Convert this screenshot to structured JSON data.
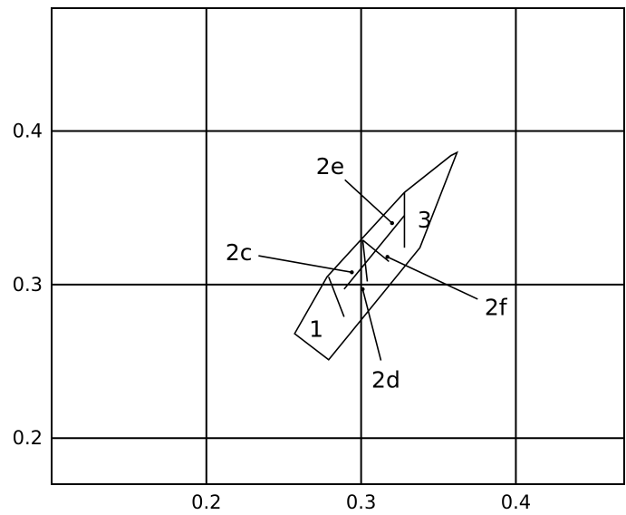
{
  "chart_data": {
    "type": "diagram",
    "xlim": [
      0.1,
      0.47
    ],
    "ylim": [
      0.17,
      0.48
    ],
    "grid": true,
    "x_ticks": [
      {
        "value": 0.2,
        "label": "0.2"
      },
      {
        "value": 0.3,
        "label": "0.3"
      },
      {
        "value": 0.4,
        "label": "0.4"
      }
    ],
    "y_ticks": [
      {
        "value": 0.2,
        "label": "0.2"
      },
      {
        "value": 0.3,
        "label": "0.3"
      },
      {
        "value": 0.4,
        "label": "0.4"
      }
    ],
    "outline": [
      [
        0.257,
        0.268
      ],
      [
        0.279,
        0.251
      ],
      [
        0.338,
        0.324
      ],
      [
        0.362,
        0.386
      ],
      [
        0.358,
        0.384
      ],
      [
        0.328,
        0.36
      ],
      [
        0.287,
        0.315
      ],
      [
        0.278,
        0.305
      ]
    ],
    "dividers": [
      [
        [
          0.279,
          0.305
        ],
        [
          0.289,
          0.279
        ]
      ],
      [
        [
          0.289,
          0.297
        ],
        [
          0.328,
          0.345
        ]
      ],
      [
        [
          0.301,
          0.329
        ],
        [
          0.304,
          0.302
        ]
      ],
      [
        [
          0.301,
          0.329
        ],
        [
          0.318,
          0.315
        ]
      ],
      [
        [
          0.328,
          0.36
        ],
        [
          0.328,
          0.324
        ]
      ]
    ],
    "annotations": [
      {
        "label": "1",
        "x": 0.271,
        "y": 0.271
      },
      {
        "label": "3",
        "x": 0.341,
        "y": 0.342
      },
      {
        "label": "2c",
        "x": 0.221,
        "y": 0.321,
        "target": [
          0.294,
          0.308
        ]
      },
      {
        "label": "2e",
        "x": 0.28,
        "y": 0.377,
        "target": [
          0.32,
          0.34
        ]
      },
      {
        "label": "2d",
        "x": 0.316,
        "y": 0.238,
        "target": [
          0.301,
          0.297
        ]
      },
      {
        "label": "2f",
        "x": 0.387,
        "y": 0.285,
        "target": [
          0.317,
          0.318
        ]
      }
    ]
  }
}
